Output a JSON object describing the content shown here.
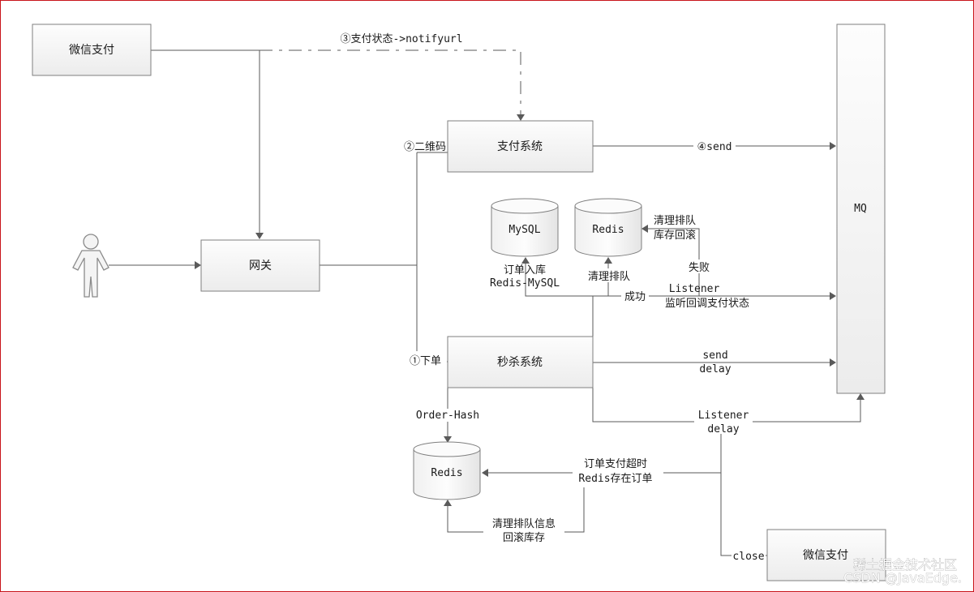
{
  "nodes": {
    "wechat_pay_top": "微信支付",
    "payment_system": "支付系统",
    "gateway": "网关",
    "seckill_system": "秒杀系统",
    "mq": "MQ",
    "mysql": "MySQL",
    "redis_mid": "Redis",
    "redis_bottom": "Redis",
    "wechat_pay_bottom": "微信支付"
  },
  "edges": {
    "notify": "③支付状态->notifyurl",
    "qrcode": "②二维码",
    "place_order": "①下单",
    "send_pay": "④send",
    "send_delay_1": "send",
    "send_delay_2": "delay",
    "order_to_db_1": "订单入库",
    "order_to_db_2": "Redis-MySQL",
    "clear_queue": "清理排队",
    "rollback_1": "清理排队",
    "rollback_2": "库存回滚",
    "fail": "失败",
    "success": "成功",
    "listener_pay_1": "Listener",
    "listener_pay_2": "监听回调支付状态",
    "order_hash": "Order-Hash",
    "listener_delay_1": "Listener",
    "listener_delay_2": "delay",
    "timeout_1": "订单支付超时",
    "timeout_2": "Redis存在订单",
    "clear_info_1": "清理排队信息",
    "clear_info_2": "回滚库存",
    "close": "close"
  },
  "watermark": "CSDN @JavaEdge.",
  "watermark_overlay": "稀土掘金技术社区",
  "colors": {
    "frame": "#c8151b",
    "line": "#5a5a5a",
    "box_border": "#7f7f7f"
  },
  "icons": {
    "user": "person-icon"
  }
}
